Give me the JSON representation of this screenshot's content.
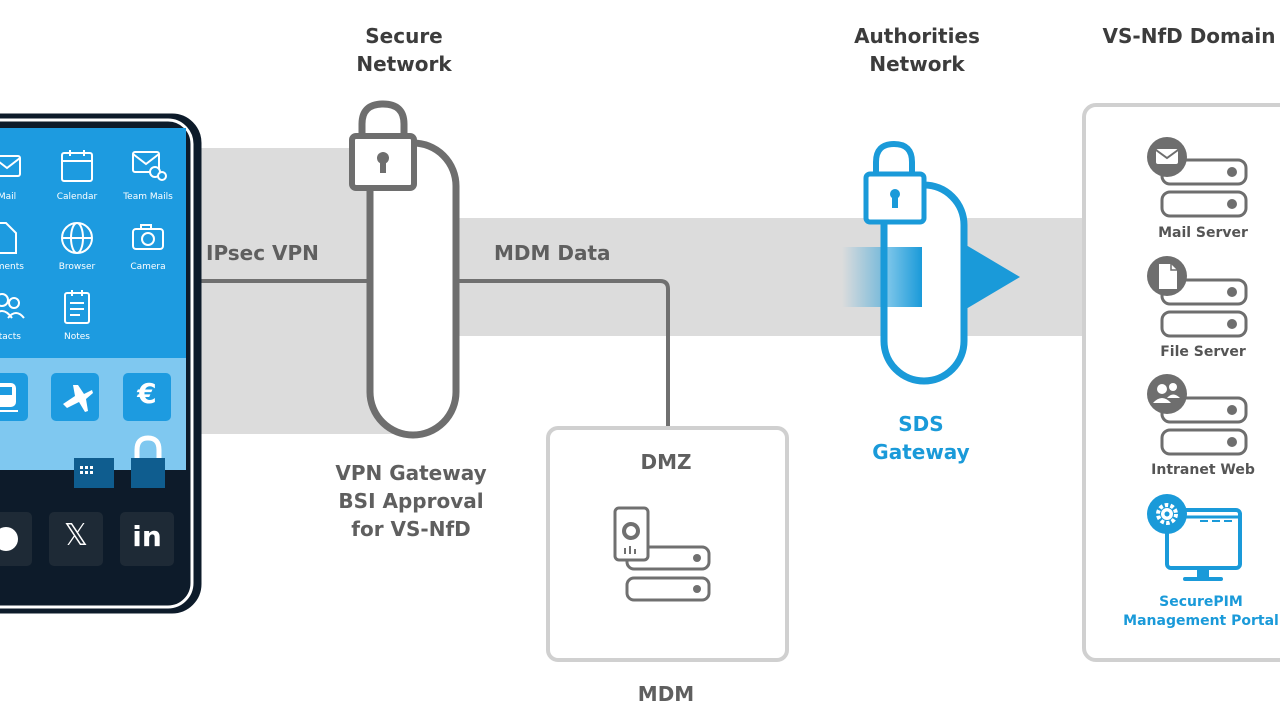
{
  "headers": {
    "secure_network": "Secure\nNetwork",
    "authorities_network": "Authorities\nNetwork",
    "vs_nfd_domain": "VS-NfD Domain"
  },
  "links": {
    "ipsec_vpn": "IPsec VPN",
    "mdm_data": "MDM Data"
  },
  "vpn_gateway": {
    "label": "VPN Gateway\nBSI Approval\nfor VS-NfD"
  },
  "dmz": {
    "title": "DMZ",
    "footer": "MDM"
  },
  "sds_gateway": {
    "label": "SDS\nGateway"
  },
  "servers": [
    {
      "label": "Mail Server",
      "icon": "mail-icon"
    },
    {
      "label": "File Server",
      "icon": "file-icon"
    },
    {
      "label": "Intranet Web",
      "icon": "users-icon"
    }
  ],
  "portal": {
    "label": "SecurePIM\nManagement Portal",
    "icon": "gear-icon"
  },
  "phone": {
    "apps": [
      {
        "label": "Mail",
        "icon": "mail-icon"
      },
      {
        "label": "Calendar",
        "icon": "calendar-icon"
      },
      {
        "label": "Team Mails",
        "icon": "team-mail-icon"
      },
      {
        "label": "uments",
        "icon": "document-icon"
      },
      {
        "label": "Browser",
        "icon": "globe-icon"
      },
      {
        "label": "Camera",
        "icon": "camera-icon"
      },
      {
        "label": "ntacts",
        "icon": "contacts-icon"
      },
      {
        "label": "Notes",
        "icon": "notes-icon"
      }
    ],
    "tiles": [
      "train-icon",
      "airplane-icon",
      "euro-icon"
    ],
    "dock": [
      "phone-icon",
      "x-icon",
      "linkedin-icon"
    ],
    "dock_linkedin_text": "in",
    "dock_x_text": "𝕏",
    "euro_text": "€"
  },
  "colors": {
    "accent": "#1a9ad9",
    "phone_screen": "#1d9be0",
    "phone_screen_light": "#7fc8f0",
    "phone_body": "#0d1b2a",
    "tunnel": "#dcdcdc",
    "line": "#707070",
    "text": "#3c3c3c"
  }
}
